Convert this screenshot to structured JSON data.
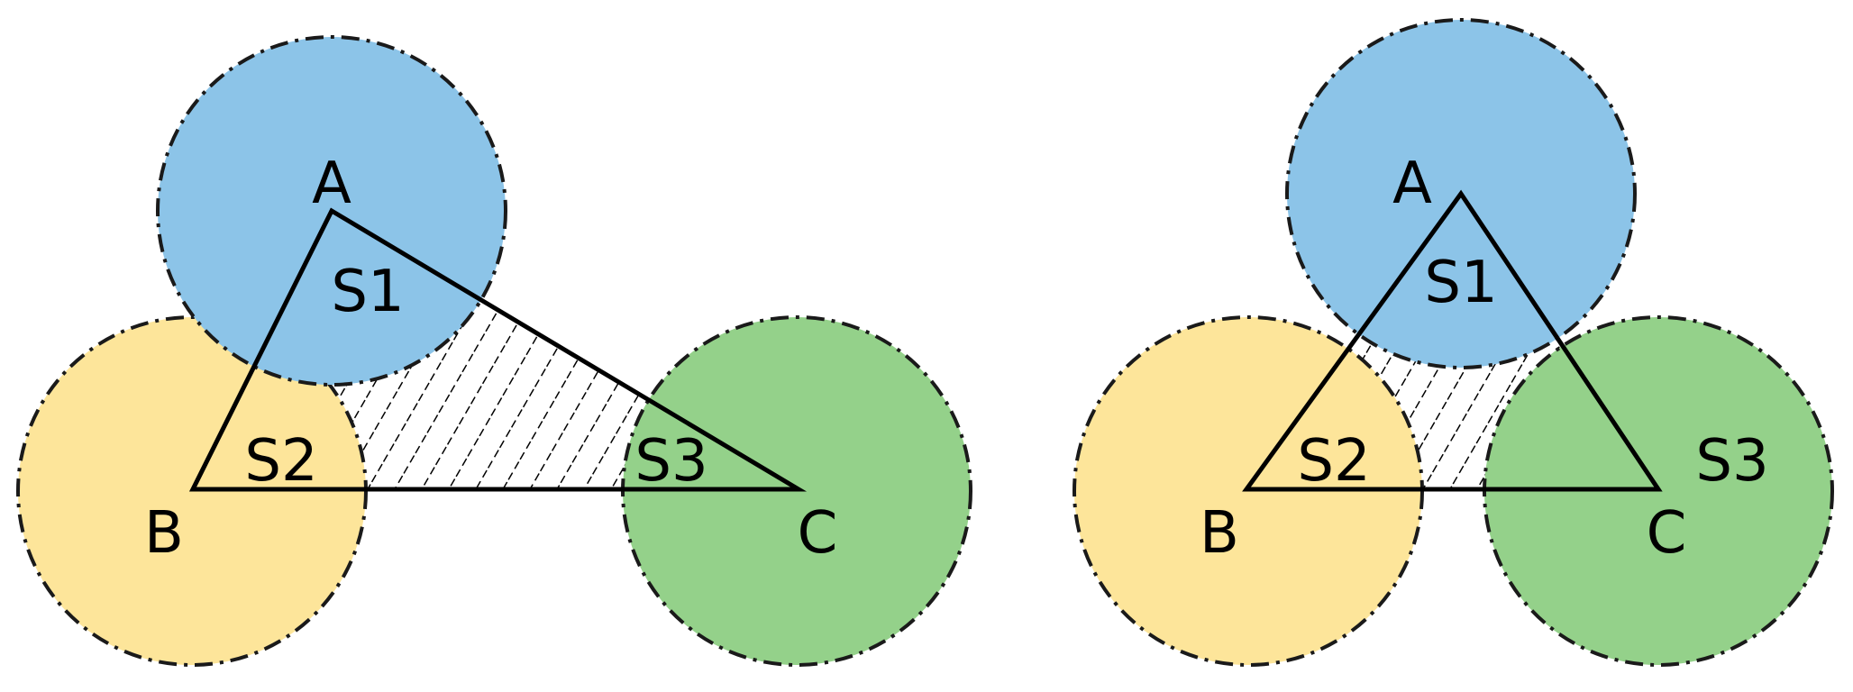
{
  "colors": {
    "blue": "#8cc4e8",
    "yellow": "#fde59a",
    "green": "#94d18a",
    "outline": "#1a1a1a",
    "background": "#ffffff"
  },
  "diagrams": [
    {
      "vertices": {
        "a": "A",
        "b": "B",
        "c": "C"
      },
      "regions": {
        "s1": "S1",
        "s2": "S2",
        "s3": "S3"
      }
    },
    {
      "vertices": {
        "a": "A",
        "b": "B",
        "c": "C"
      },
      "regions": {
        "s1": "S1",
        "s2": "S2",
        "s3": "S3"
      }
    }
  ]
}
